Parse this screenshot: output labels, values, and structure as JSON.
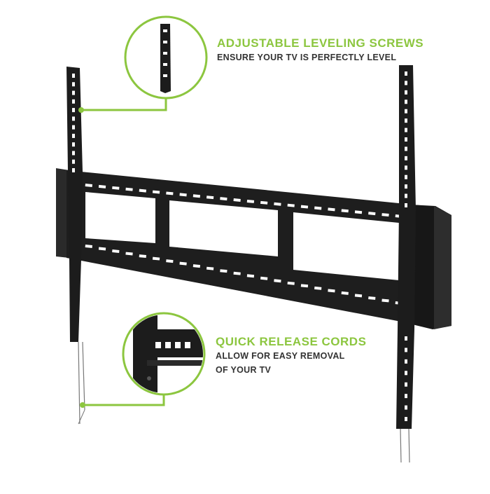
{
  "callouts": [
    {
      "title": "ADJUSTABLE LEVELING SCREWS",
      "lines": [
        "ENSURE YOUR TV IS PERFECTLY LEVEL"
      ]
    },
    {
      "title": "QUICK RELEASE CORDS",
      "lines": [
        "ALLOW FOR EASY REMOVAL",
        "OF YOUR TV"
      ]
    }
  ],
  "colors": {
    "accent": "#8cc63f",
    "mount": "#1e1e1e",
    "text": "#333333",
    "background": "#ffffff"
  }
}
